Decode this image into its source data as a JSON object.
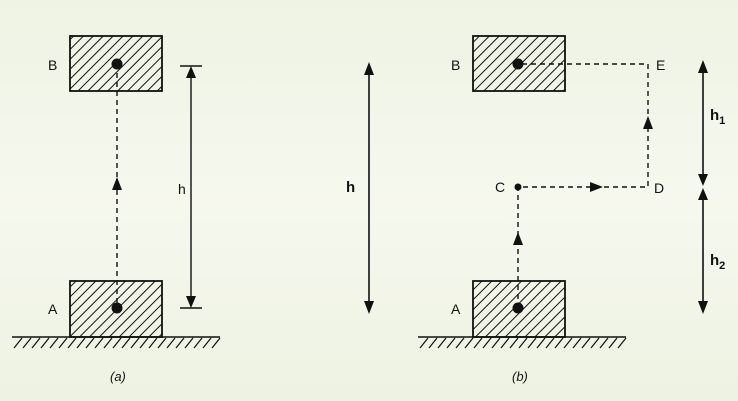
{
  "diagram": {
    "panel_a": {
      "caption": "(a)",
      "top_block_label": "B",
      "bottom_block_label": "A",
      "height_label": "h"
    },
    "middle": {
      "height_label": "h"
    },
    "panel_b": {
      "caption": "(b)",
      "top_block_label": "B",
      "bottom_block_label": "A",
      "point_c": "C",
      "point_d": "D",
      "point_e": "E",
      "h1_base": "h",
      "h1_sub": "1",
      "h2_base": "h",
      "h2_sub": "2"
    }
  },
  "colors": {
    "line": "#111111",
    "background": "#f2f5e6"
  }
}
